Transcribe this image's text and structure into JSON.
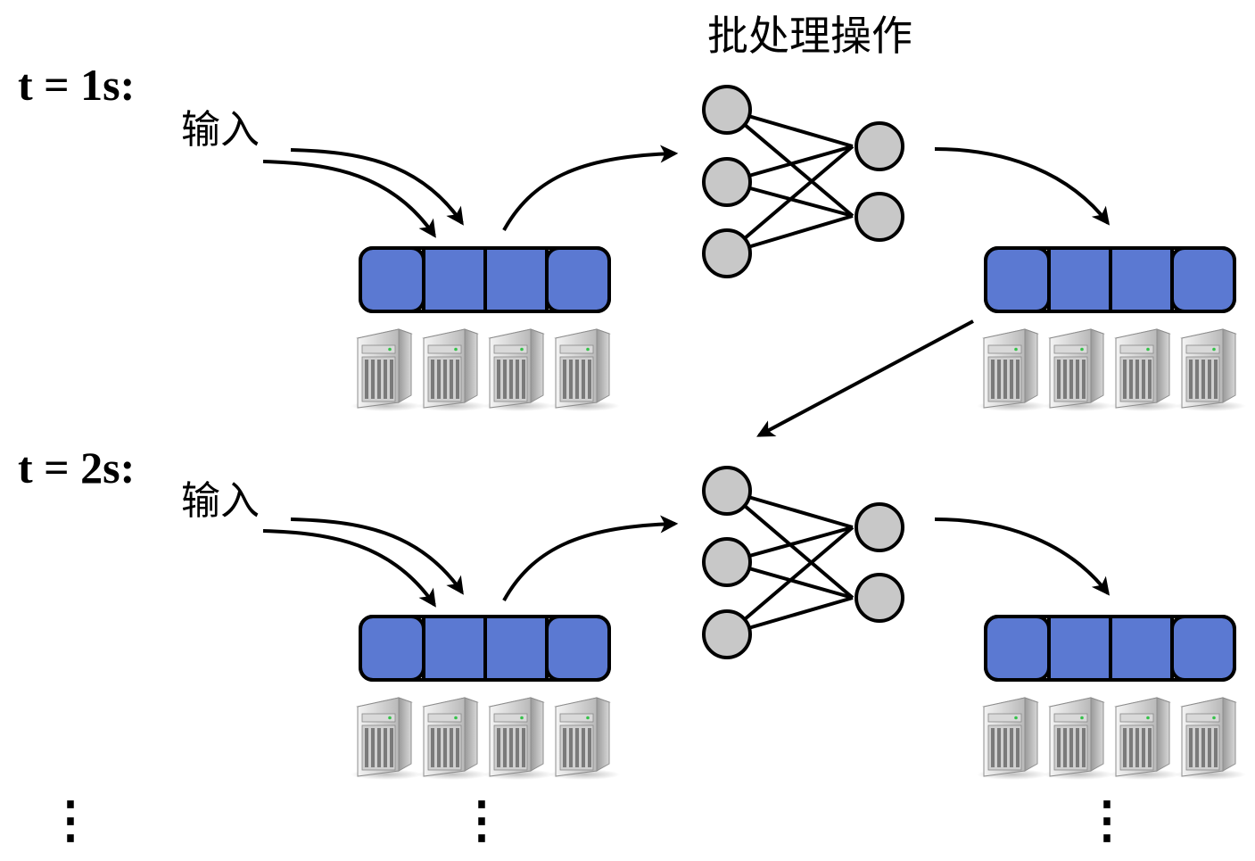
{
  "title": "批处理操作",
  "rows": [
    {
      "time_label": "t = 1s:",
      "input_label": "输入"
    },
    {
      "time_label": "t = 2s:",
      "input_label": "输入"
    }
  ],
  "continuation": [
    "⋮",
    "⋮",
    "⋮"
  ],
  "colors": {
    "buffer_cell": "#5b79d2",
    "node_fill": "#c8c8c8",
    "stroke": "#000000"
  },
  "icons": [
    "server-icon",
    "neural-network-node"
  ]
}
